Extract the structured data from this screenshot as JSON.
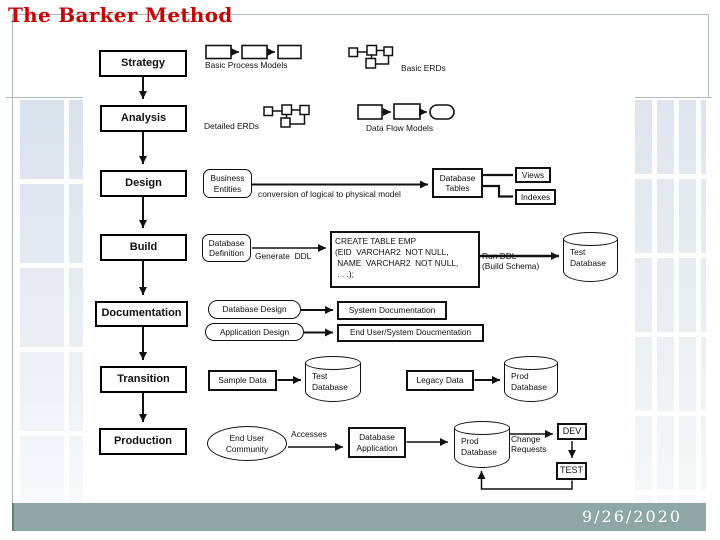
{
  "slide": {
    "title": "The Barker Method",
    "date": "9/26/2020"
  },
  "stages": [
    "Strategy",
    "Analysis",
    "Design",
    "Build",
    "Documentation",
    "Transition",
    "Production"
  ],
  "labels": {
    "basic_process_models": "Basic Process Models",
    "basic_erds": "Basic ERDs",
    "detailed_erds": "Detailed ERDs",
    "data_flow_models": "Data Flow Models",
    "conversion": "conversion of logical to physical model",
    "generate_ddl": "Generate  DDL",
    "run_ddl": "Run DDL\n(Build Schema)",
    "accesses": "Accesses",
    "change_requests": "Change\nRequests"
  },
  "nodes": {
    "business_entities": "Business\nEntities",
    "database_tables": "Database\nTables",
    "views": "Views",
    "indexes": "Indexes",
    "database_definition": "Database\nDefinition",
    "ddl_code": "CREATE TABLE EMP\n(EID  VARCHAR2  NOT NULL,\n NAME  VARCHAR2  NOT NULL,\n . . .);",
    "test_database": "Test\nDatabase",
    "database_design": "Database Design",
    "system_documentation": "System Documentation",
    "application_design": "Application Design",
    "end_user_system_documentation": "End User/System Doucmentation",
    "sample_data": "Sample Data",
    "legacy_data": "Legacy Data",
    "prod_database": "Prod\nDatabase",
    "end_user_community": "End User\nCommunity",
    "database_application": "Database\nApplication",
    "dev": "DEV",
    "test": "TEST"
  },
  "colors": {
    "title_red": "#c40606",
    "footer_bar": "#8da7a3",
    "ink": "#111111",
    "tile": "#dde4ed",
    "frame_line": "#aeb9c1"
  }
}
